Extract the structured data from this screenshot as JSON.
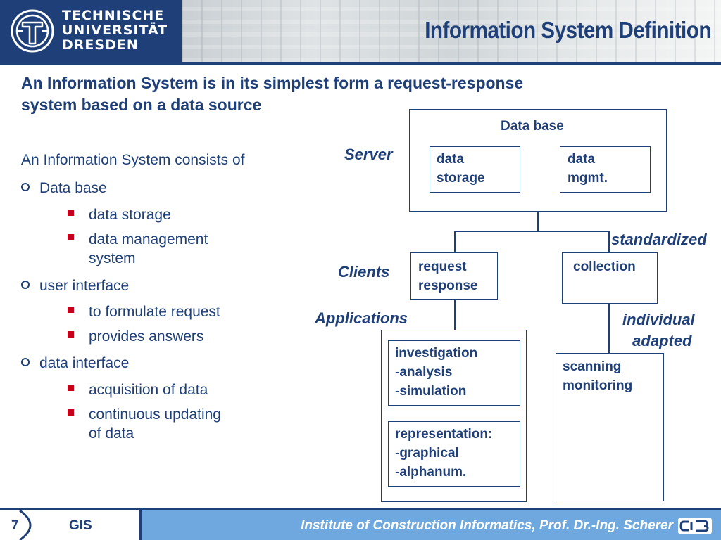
{
  "header": {
    "logo_lines": [
      "TECHNISCHE",
      "UNIVERSITÄT",
      "DRESDEN"
    ],
    "title": "Information System Definition"
  },
  "subtitle": {
    "line1": "An Information System is in its simplest form a request-response",
    "line2": "system based on a data source"
  },
  "list": {
    "intro": "An Information System consists of",
    "groups": [
      {
        "label": "Data base",
        "items": [
          [
            "data storage"
          ],
          [
            "data management",
            "system"
          ]
        ]
      },
      {
        "label": "user interface",
        "items": [
          [
            "to formulate request"
          ],
          [
            "provides answers"
          ]
        ]
      },
      {
        "label": "data interface",
        "items": [
          [
            "acquisition of data"
          ],
          [
            "continuous updating",
            "of data"
          ]
        ]
      }
    ]
  },
  "diagram": {
    "database_title": "Data base",
    "data_storage": [
      "data",
      "storage"
    ],
    "data_mgmt": [
      "data",
      "mgmt."
    ],
    "server_label": "Server",
    "standardized_label": "standardized",
    "clients_label": "Clients",
    "request_response": [
      "request",
      "response"
    ],
    "collection": "collection",
    "applications_label": "Applications",
    "individual_adapted": [
      "individual",
      "adapted"
    ],
    "investigation": {
      "title": "investigation",
      "items": [
        "analysis",
        "simulation"
      ]
    },
    "representation": {
      "title": "representation:",
      "items": [
        "graphical",
        "alphanum."
      ]
    },
    "scanning_monitoring": [
      "scanning",
      "monitoring"
    ]
  },
  "footer": {
    "page_number": "7",
    "course": "GIS",
    "credit": "Institute of Construction Informatics, Prof. Dr.-Ing. Scherer",
    "logo_icon": "cib-logo-icon"
  },
  "colors": {
    "navy": "#1f3f78",
    "bullet_red": "#c4001a",
    "footer_blue": "#6fa8de"
  }
}
